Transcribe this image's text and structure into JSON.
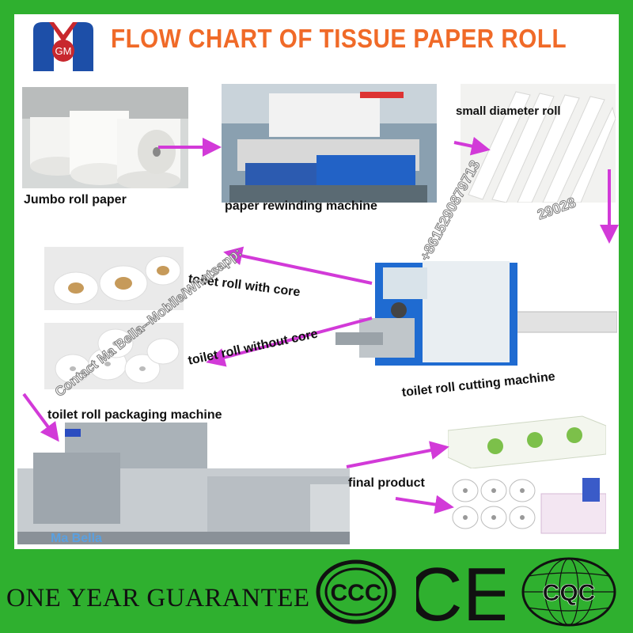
{
  "title": "FLOW CHART OF TISSUE PAPER ROLL",
  "logo": {
    "text": "GM"
  },
  "steps": {
    "jumbo": "Jumbo roll paper",
    "rewinding": "paper rewinding machine",
    "small_roll": "small diameter roll",
    "with_core": "toilet roll with core",
    "without_core": "toilet roll without core",
    "cutting": "toilet roll cutting machine",
    "packaging": "toilet roll packaging machine",
    "final": "final product"
  },
  "watermarks": {
    "phone": "+8615290879713",
    "contact": "Contact Ma Bella--Mobile/Whatsapp:",
    "corner_num": "29028",
    "bottom_name": "Ma Bella"
  },
  "footer": {
    "guarantee": "ONE YEAR GUARANTEE",
    "cert1": "CCC",
    "cert2": "CE",
    "cert3": "CQC"
  },
  "colors": {
    "accent": "#d23ad8",
    "title": "#f06a28",
    "frame": "#2fb02f"
  }
}
